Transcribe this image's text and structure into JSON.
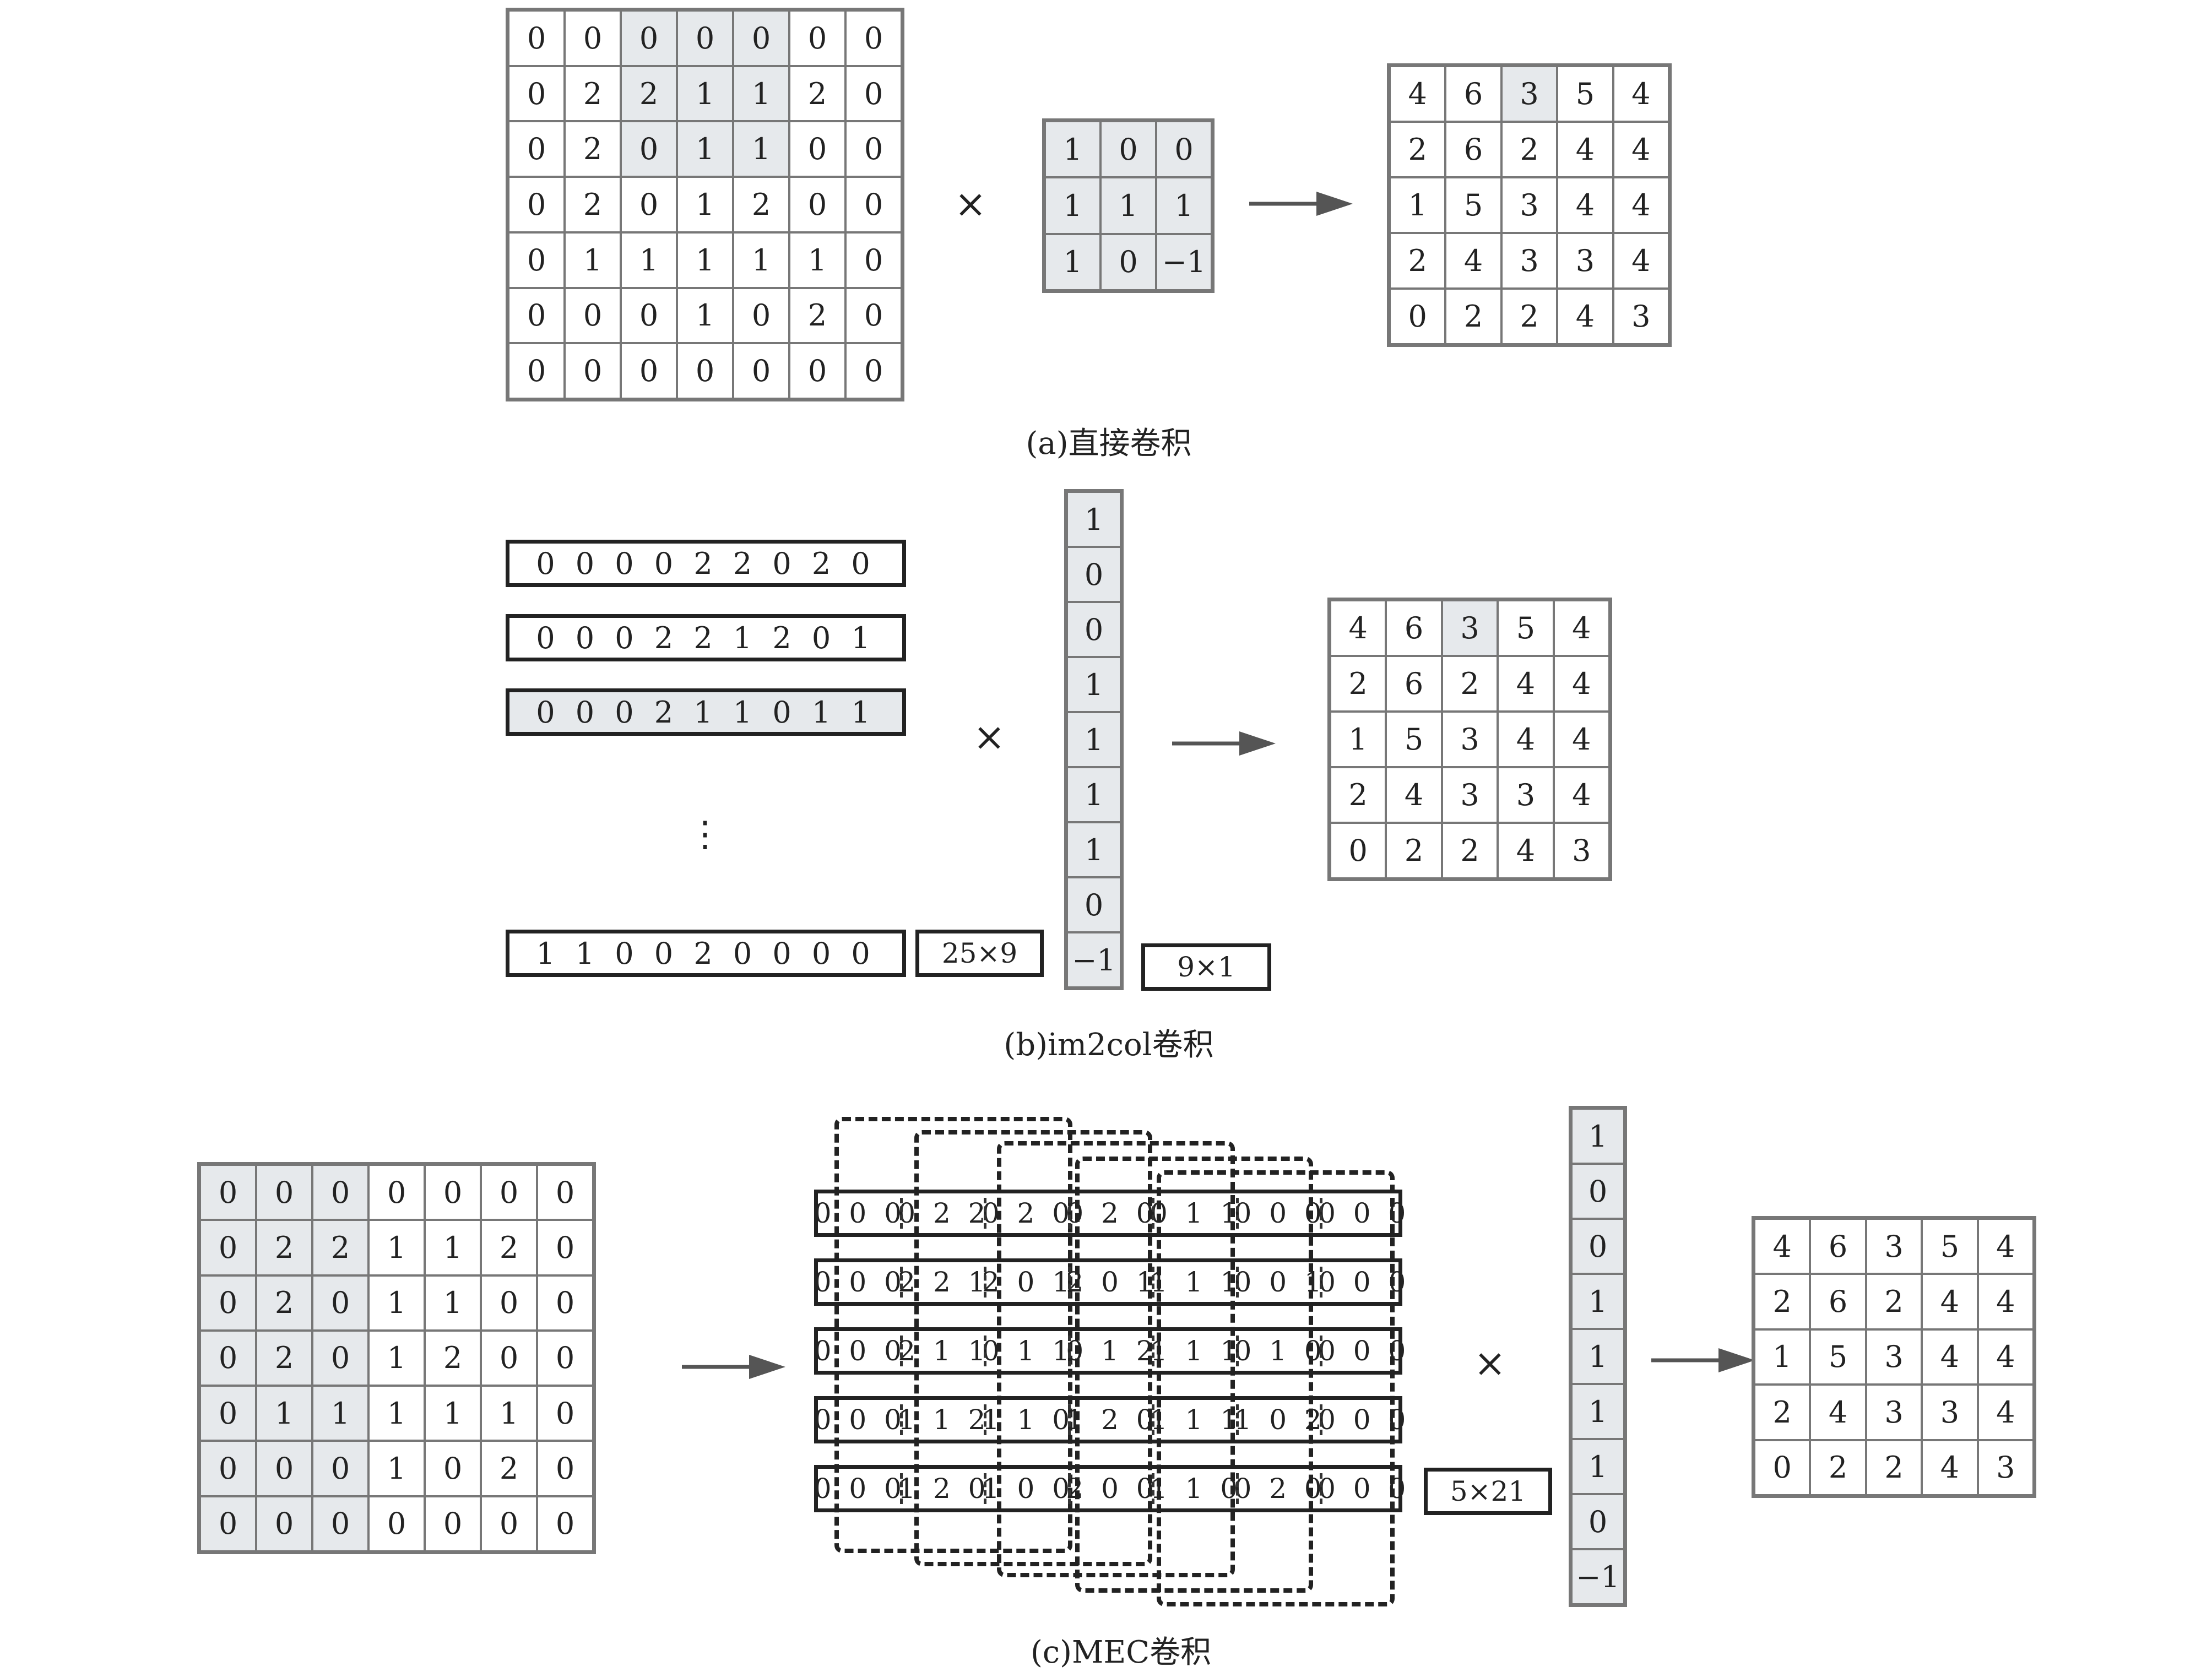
{
  "section_a": {
    "caption": "(a)直接卷积",
    "times": "×",
    "input": [
      [
        "0",
        "0",
        "0",
        "0",
        "0",
        "0",
        "0"
      ],
      [
        "0",
        "2",
        "2",
        "1",
        "1",
        "2",
        "0"
      ],
      [
        "0",
        "2",
        "0",
        "1",
        "1",
        "0",
        "0"
      ],
      [
        "0",
        "2",
        "0",
        "1",
        "2",
        "0",
        "0"
      ],
      [
        "0",
        "1",
        "1",
        "1",
        "1",
        "1",
        "0"
      ],
      [
        "0",
        "0",
        "0",
        "1",
        "0",
        "2",
        "0"
      ],
      [
        "0",
        "0",
        "0",
        "0",
        "0",
        "0",
        "0"
      ]
    ],
    "kernel": [
      [
        "1",
        "0",
        "0"
      ],
      [
        "1",
        "1",
        "1"
      ],
      [
        "1",
        "0",
        "−1"
      ]
    ],
    "output": [
      [
        "4",
        "6",
        "3",
        "5",
        "4"
      ],
      [
        "2",
        "6",
        "2",
        "4",
        "4"
      ],
      [
        "1",
        "5",
        "3",
        "4",
        "4"
      ],
      [
        "2",
        "4",
        "3",
        "3",
        "4"
      ],
      [
        "0",
        "2",
        "2",
        "4",
        "3"
      ]
    ]
  },
  "section_b": {
    "caption": "(b)im2col卷积",
    "times": "×",
    "rows": [
      "0 0 0 0 2 2 0 2 0",
      "0 0 0 2 2 1 2 0 1",
      "0 0 0 2 1 1 0 1 1"
    ],
    "ellipsis": "⋮",
    "last_row": "1 1 0 0 2 0 0 0 0",
    "matrix_size": "25×9",
    "kernel_column": [
      "1",
      "0",
      "0",
      "1",
      "1",
      "1",
      "1",
      "0",
      "−1"
    ],
    "kernel_size": "9×1",
    "output": [
      [
        "4",
        "6",
        "3",
        "5",
        "4"
      ],
      [
        "2",
        "6",
        "2",
        "4",
        "4"
      ],
      [
        "1",
        "5",
        "3",
        "4",
        "4"
      ],
      [
        "2",
        "4",
        "3",
        "3",
        "4"
      ],
      [
        "0",
        "2",
        "2",
        "4",
        "3"
      ]
    ]
  },
  "section_c": {
    "caption": "(c)MEC卷积",
    "times": "×",
    "input": [
      [
        "0",
        "0",
        "0",
        "0",
        "0",
        "0",
        "0"
      ],
      [
        "0",
        "2",
        "2",
        "1",
        "1",
        "2",
        "0"
      ],
      [
        "0",
        "2",
        "0",
        "1",
        "1",
        "0",
        "0"
      ],
      [
        "0",
        "2",
        "0",
        "1",
        "2",
        "0",
        "0"
      ],
      [
        "0",
        "1",
        "1",
        "1",
        "1",
        "1",
        "0"
      ],
      [
        "0",
        "0",
        "0",
        "1",
        "0",
        "2",
        "0"
      ],
      [
        "0",
        "0",
        "0",
        "0",
        "0",
        "0",
        "0"
      ]
    ],
    "mec_rows": [
      [
        "0 0 0",
        "0 2 2",
        "0 2 0",
        "0 2 0",
        "0 1 1",
        "0 0 0",
        "0 0 0"
      ],
      [
        "0 0 0",
        "2 2 1",
        "2 0 1",
        "2 0 1",
        "1 1 1",
        "0 0 1",
        "0 0 0"
      ],
      [
        "0 0 0",
        "2 1 1",
        "0 1 1",
        "0 1 2",
        "1 1 1",
        "0 1 0",
        "0 0 0"
      ],
      [
        "0 0 0",
        "1 1 2",
        "1 1 0",
        "1 2 0",
        "1 1 1",
        "1 0 2",
        "0 0 0"
      ],
      [
        "0 0 0",
        "1 2 0",
        "1 0 0",
        "2 0 0",
        "1 1 0",
        "0 2 0",
        "0 0 0"
      ]
    ],
    "matrix_size": "5×21",
    "kernel_column": [
      "1",
      "0",
      "0",
      "1",
      "1",
      "1",
      "1",
      "0",
      "−1"
    ],
    "output": [
      [
        "4",
        "6",
        "3",
        "5",
        "4"
      ],
      [
        "2",
        "6",
        "2",
        "4",
        "4"
      ],
      [
        "1",
        "5",
        "3",
        "4",
        "4"
      ],
      [
        "2",
        "4",
        "3",
        "3",
        "4"
      ],
      [
        "0",
        "2",
        "2",
        "4",
        "3"
      ]
    ]
  },
  "colors": {
    "highlight": "#e6e9ec",
    "grid_line": "#777777",
    "frame": "#222222"
  }
}
